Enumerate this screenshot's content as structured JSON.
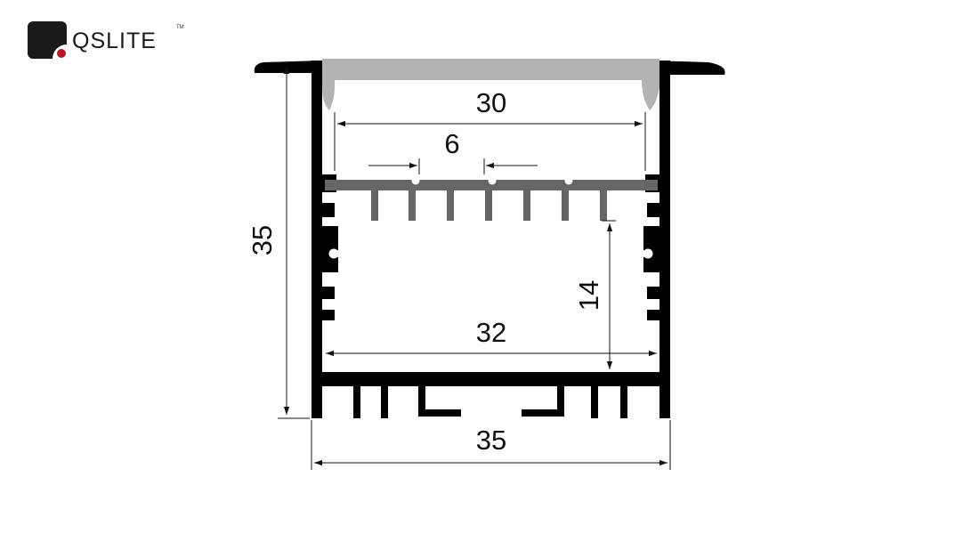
{
  "brand": {
    "name": "QSLITE",
    "trademark": "TM",
    "accent_color": "#b0182a",
    "mark_color": "#1a1a1a"
  },
  "profile": {
    "body_color": "#000000",
    "diffuser_color": "#b3b3b3",
    "heatsink_color": "#666666"
  },
  "dimensions": {
    "height": "35",
    "bottom_width": "35",
    "diffuser_width": "30",
    "fin_pitch": "6",
    "inner_width": "32",
    "inner_height": "14"
  }
}
